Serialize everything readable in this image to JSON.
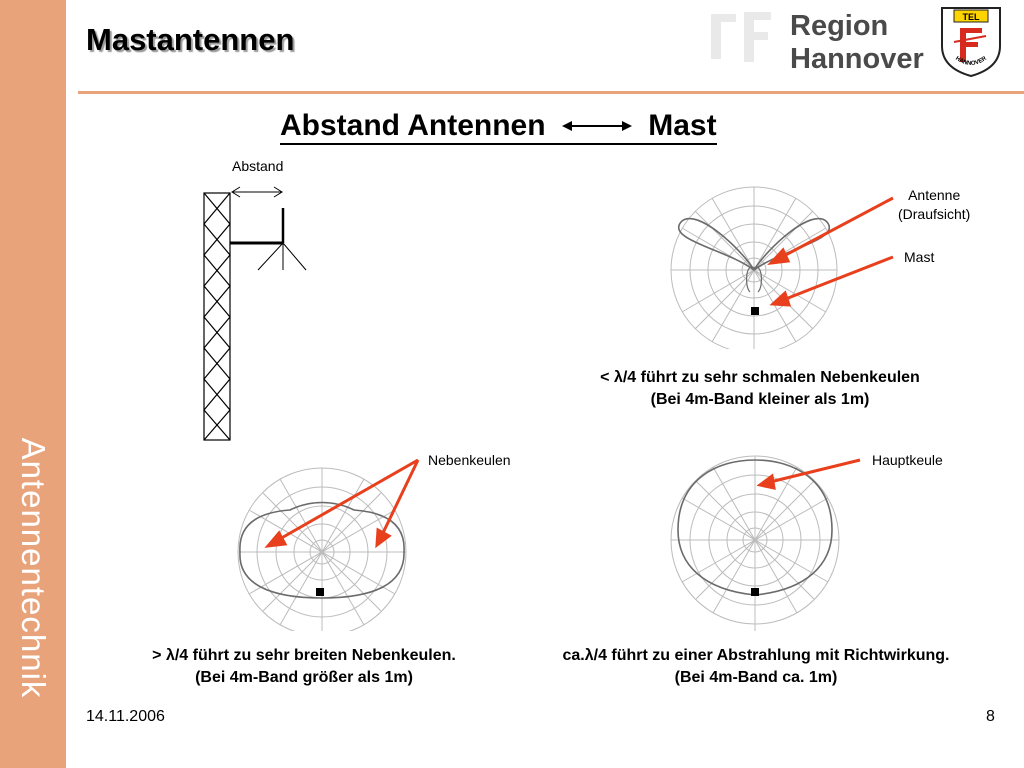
{
  "header": {
    "title": "Mastantennen",
    "region_line1": "Region",
    "region_line2": "Hannover",
    "shield_text_top": "TEL",
    "shield_text_bottom": "HANNOVER"
  },
  "sidebar": {
    "label": "Antennentechnik"
  },
  "slide": {
    "title_left": "Abstand Antennen",
    "title_right": "Mast",
    "label_abstand": "Abstand",
    "label_antenne_line1": "Antenne",
    "label_antenne_line2": "(Draufsicht)",
    "label_mast": "Mast",
    "label_nebenkeulen": "Nebenkeulen",
    "label_hauptkeule": "Hauptkeule",
    "caption_top_line1": "< λ/4 führt zu sehr schmalen Nebenkeulen",
    "caption_top_line2": "(Bei 4m-Band kleiner als 1m)",
    "caption_left_line1": "> λ/4 führt zu sehr breiten Nebenkeulen.",
    "caption_left_line2": "(Bei 4m-Band größer als 1m)",
    "caption_right_line1": "ca.λ/4 führt zu einer Abstrahlung mit Richtwirkung.",
    "caption_right_line2": "(Bei 4m-Band ca. 1m)"
  },
  "footer": {
    "date": "14.11.2006",
    "page": "8"
  },
  "colors": {
    "accent": "#e8a37a",
    "arrow": "#e8401c",
    "sidebar_text": "#ffffff"
  }
}
